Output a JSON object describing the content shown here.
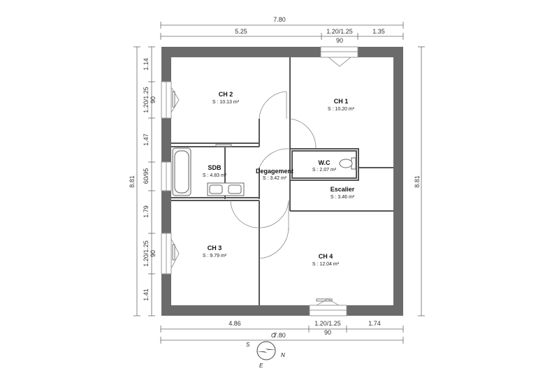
{
  "dimensions": {
    "top_total": "7.80",
    "top_left": "5.25",
    "top_window": "1.20/1.25",
    "top_window_sub": "90",
    "top_right": "1.35",
    "bottom_left": "4.86",
    "bottom_window": "1.20/1.25",
    "bottom_window_sub": "90",
    "bottom_right": "1.74",
    "bottom_total": "7.80",
    "left_total": "8.81",
    "right_total": "8.81",
    "left_segments": [
      "1.14",
      "1.20/1.25",
      "90",
      "1.47",
      "60/95",
      "1.79",
      "1.20/1.25",
      "90",
      "1.41"
    ]
  },
  "rooms": [
    {
      "id": "ch2",
      "name": "CH 2",
      "area": "S : 10.13 m²"
    },
    {
      "id": "ch1",
      "name": "CH 1",
      "area": "S : 10.20 m²"
    },
    {
      "id": "sdb",
      "name": "SDB",
      "area": "S : 4.83 m²"
    },
    {
      "id": "degagement",
      "name": "Degagement",
      "area": "S : 3.42 m²"
    },
    {
      "id": "wc",
      "name": "W.C",
      "area": "S : 2.07 m²"
    },
    {
      "id": "escalier",
      "name": "Escalier",
      "area": "S : 3.46 m²"
    },
    {
      "id": "ch3",
      "name": "CH 3",
      "area": "S : 9.79 m²"
    },
    {
      "id": "ch4",
      "name": "CH 4",
      "area": "S : 12.04 m²"
    }
  ],
  "compass": {
    "north": "N",
    "south": "S",
    "east": "E",
    "west": "O"
  },
  "colors": {
    "wall": "#6b6b6b",
    "line": "#555555",
    "window": "#9a9a9a"
  }
}
